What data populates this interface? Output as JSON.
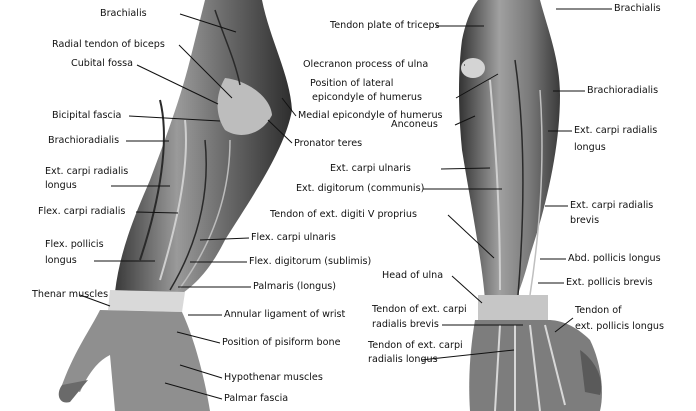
{
  "colors": {
    "background": "#ffffff",
    "ink": "#111111",
    "muscle_dark": "#4a4a4a",
    "muscle_mid": "#8a8a8a",
    "muscle_light": "#c8c8c8"
  },
  "left_figure": {
    "labels": [
      {
        "key": "brachialis",
        "text": "Brachialis"
      },
      {
        "key": "radial_tendon_biceps",
        "text": "Radial tendon of biceps"
      },
      {
        "key": "cubital_fossa",
        "text": "Cubital fossa"
      },
      {
        "key": "bicipital_fascia",
        "text": "Bicipital fascia"
      },
      {
        "key": "brachioradialis",
        "text": "Brachioradialis"
      },
      {
        "key": "pronator_teres",
        "text": "Pronator teres"
      },
      {
        "key": "medial_epicondyle",
        "text": "Medial epicondyle of humerus"
      },
      {
        "key": "ext_carpi_radialis_longus_1",
        "text": "Ext. carpi radialis"
      },
      {
        "key": "ext_carpi_radialis_longus_2",
        "text": "longus"
      },
      {
        "key": "flex_carpi_radialis",
        "text": "Flex. carpi radialis"
      },
      {
        "key": "flex_pollicis_1",
        "text": "Flex. pollicis"
      },
      {
        "key": "flex_pollicis_2",
        "text": "longus"
      },
      {
        "key": "flex_carpi_ulnaris",
        "text": "Flex. carpi ulnaris"
      },
      {
        "key": "flex_digitorum",
        "text": "Flex. digitorum (sublimis)"
      },
      {
        "key": "thenar",
        "text": "Thenar muscles"
      },
      {
        "key": "palmaris",
        "text": "Palmaris (longus)"
      },
      {
        "key": "annular_ligament",
        "text": "Annular ligament of wrist"
      },
      {
        "key": "pisiform",
        "text": "Position of pisiform bone"
      },
      {
        "key": "hypothenar",
        "text": "Hypothenar muscles"
      },
      {
        "key": "palmar_fascia",
        "text": "Palmar fascia"
      }
    ]
  },
  "right_figure": {
    "labels": [
      {
        "key": "brachialis",
        "text": "Brachialis"
      },
      {
        "key": "tendon_plate_triceps",
        "text": "Tendon plate of triceps"
      },
      {
        "key": "olecranon",
        "text": "Olecranon process of ulna"
      },
      {
        "key": "lat_epicondyle_1",
        "text": "Position of lateral"
      },
      {
        "key": "lat_epicondyle_2",
        "text": "epicondyle of humerus"
      },
      {
        "key": "brachioradialis",
        "text": "Brachioradialis"
      },
      {
        "key": "anconeus",
        "text": "Anconeus"
      },
      {
        "key": "ecr_longus_1",
        "text": "Ext. carpi radialis"
      },
      {
        "key": "ecr_longus_2",
        "text": "longus"
      },
      {
        "key": "ext_carpi_ulnaris",
        "text": "Ext. carpi ulnaris"
      },
      {
        "key": "ext_digitorum",
        "text": "Ext. digitorum (communis)"
      },
      {
        "key": "ecr_brevis_1",
        "text": "Ext. carpi radialis"
      },
      {
        "key": "ecr_brevis_2",
        "text": "brevis"
      },
      {
        "key": "tendon_digiti_v",
        "text": "Tendon of ext. digiti V proprius"
      },
      {
        "key": "abd_pollicis",
        "text": "Abd. pollicis longus"
      },
      {
        "key": "head_ulna",
        "text": "Head of ulna"
      },
      {
        "key": "ext_pollicis_brevis",
        "text": "Ext. pollicis brevis"
      },
      {
        "key": "tendon_ecrb_1",
        "text": "Tendon of ext. carpi"
      },
      {
        "key": "tendon_ecrb_2",
        "text": "radialis brevis"
      },
      {
        "key": "tendon_epl_1",
        "text": "Tendon of"
      },
      {
        "key": "tendon_epl_2",
        "text": "ext. pollicis longus"
      },
      {
        "key": "tendon_ecrl_1",
        "text": "Tendon of ext. carpi"
      },
      {
        "key": "tendon_ecrl_2",
        "text": "radialis longus"
      }
    ]
  }
}
